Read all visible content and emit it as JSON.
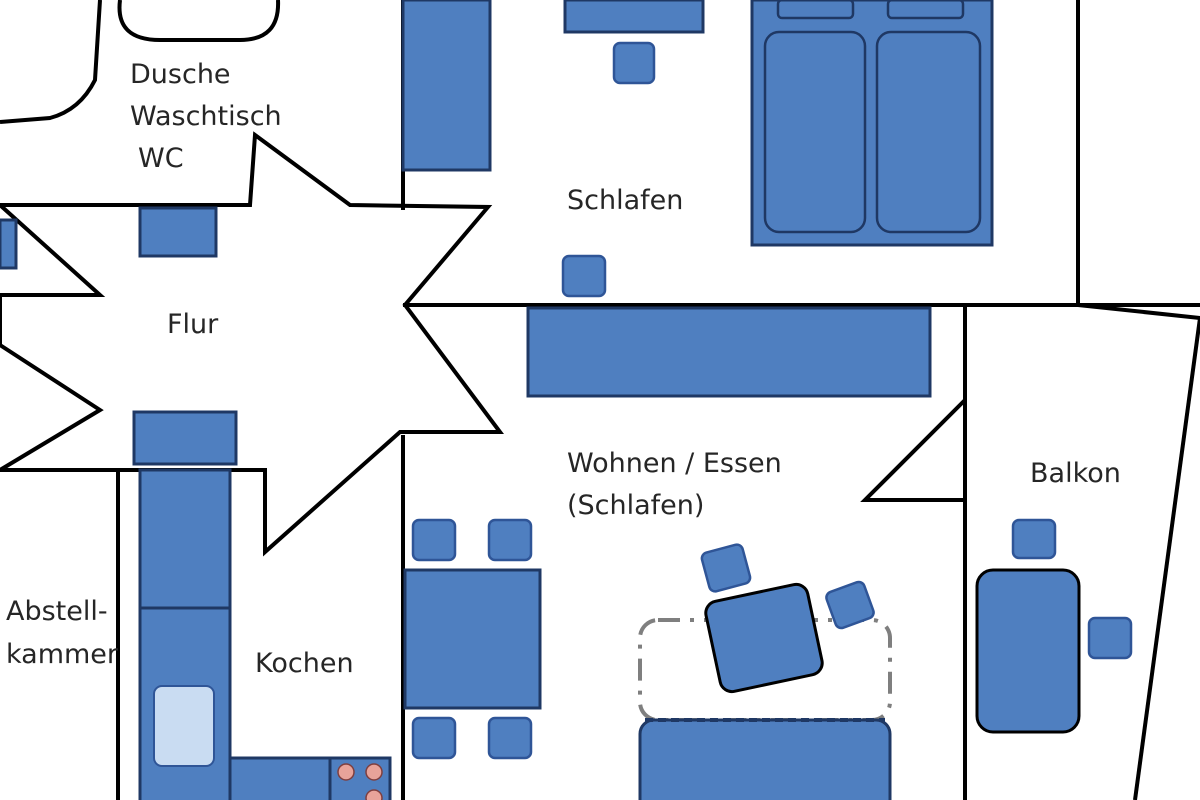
{
  "colors": {
    "furniture": "#4f7fc0",
    "furniture_border": "#1f3864",
    "sink": "#c9dcf2",
    "burner": "#e8a39a",
    "wall": "#000000",
    "background": "#ffffff",
    "dashed_outline": "#7f7f7f"
  },
  "rooms": {
    "bath": {
      "line1": "Dusche",
      "line2": "Waschtisch",
      "line3": "WC"
    },
    "hall": {
      "name": "Flur"
    },
    "sleep": {
      "name": "Schlafen"
    },
    "living": {
      "line1": "Wohnen / Essen",
      "line2": "(Schlafen)"
    },
    "balcony": {
      "name": "Balkon"
    },
    "storage": {
      "line1": "Abstell-",
      "line2": "kammer"
    },
    "kitchen": {
      "name": "Kochen"
    }
  }
}
